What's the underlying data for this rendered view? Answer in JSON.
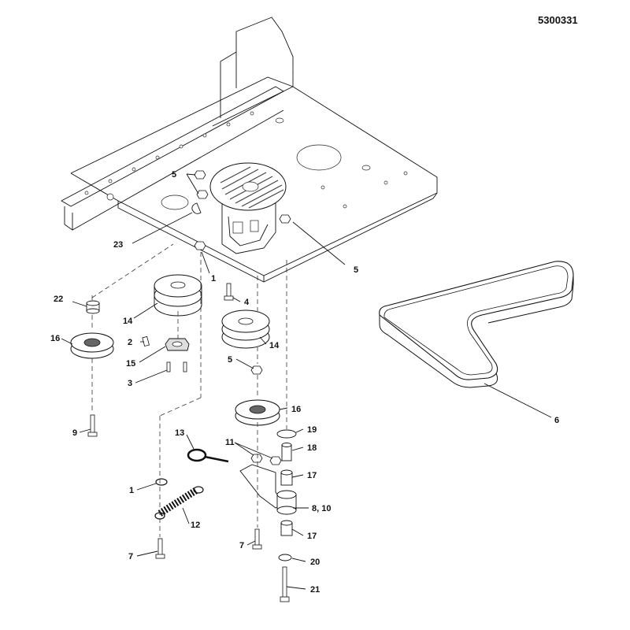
{
  "document_code": "5300331",
  "callouts": {
    "c1": "1",
    "c1b": "1",
    "c2": "2",
    "c3": "3",
    "c4": "4",
    "c5a": "5",
    "c5b": "5",
    "c5c": "5",
    "c6": "6",
    "c7a": "7",
    "c7b": "7",
    "c8_10": "8, 10",
    "c9": "9",
    "c11": "11",
    "c12": "12",
    "c13": "13",
    "c14a": "14",
    "c14b": "14",
    "c15": "15",
    "c16a": "16",
    "c16b": "16",
    "c17a": "17",
    "c17b": "17",
    "c18": "18",
    "c19": "19",
    "c20": "20",
    "c21": "21",
    "c22": "22",
    "c23": "23"
  }
}
